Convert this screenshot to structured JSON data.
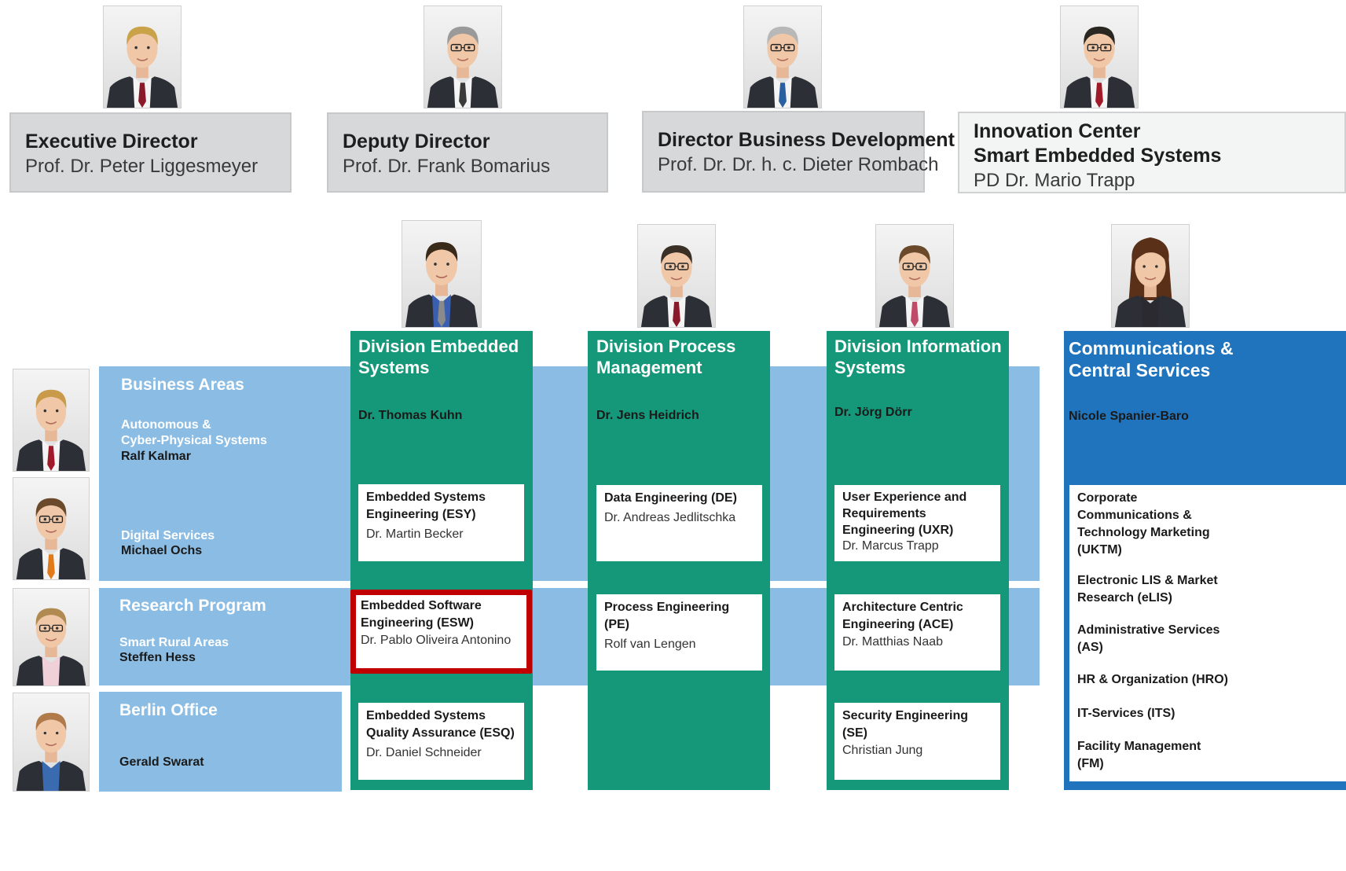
{
  "directors": [
    {
      "title": "Executive Director",
      "name": "Prof. Dr. Peter Liggesmeyer"
    },
    {
      "title": "Deputy Director",
      "name": "Prof. Dr. Frank Bomarius"
    },
    {
      "title": "Director Business Development",
      "name": "Prof. Dr. Dr. h. c. Dieter Rombach"
    },
    {
      "title_lines": [
        "Innovation Center",
        "Smart Embedded Systems"
      ],
      "name": "PD Dr. Mario Trapp"
    }
  ],
  "bands": {
    "business_areas": {
      "label": "Business Areas",
      "area1_lines": [
        "Autonomous &",
        "Cyber-Physical Systems"
      ],
      "area1_person": "Ralf Kalmar",
      "area2": "Digital Services",
      "area2_person": "Michael Ochs"
    },
    "research_program": {
      "label": "Research Program",
      "area": "Smart Rural Areas",
      "person": "Steffen Hess"
    },
    "berlin_office": {
      "label": "Berlin Office",
      "person": "Gerald Swarat"
    }
  },
  "divisions": [
    {
      "title_lines": [
        "Division Embedded",
        "Systems"
      ],
      "head": "Dr. Thomas Kuhn",
      "departments": [
        {
          "title_lines": [
            "Embedded Systems",
            "Engineering (ESY)"
          ],
          "head": "Dr. Martin Becker"
        },
        {
          "title_lines": [
            "Embedded Software",
            "Engineering (ESW)"
          ],
          "head": "Dr. Pablo Oliveira Antonino"
        },
        {
          "title_lines": [
            "Embedded Systems",
            "Quality Assurance (ESQ)"
          ],
          "head": "Dr. Daniel Schneider"
        }
      ]
    },
    {
      "title_lines": [
        "Division Process",
        "Management"
      ],
      "head": "Dr. Jens Heidrich",
      "departments": [
        {
          "title_lines": [
            "Data Engineering (DE)"
          ],
          "head": "Dr. Andreas Jedlitschka"
        },
        {
          "title_lines": [
            "Process Engineering (PE)"
          ],
          "head": "Rolf van Lengen"
        }
      ]
    },
    {
      "title_lines": [
        "Division Information",
        "Systems"
      ],
      "head": "Dr. Jörg Dörr",
      "departments": [
        {
          "title_lines": [
            "User Experience and",
            "Requirements",
            "Engineering (UXR)"
          ],
          "head": "Dr. Marcus Trapp"
        },
        {
          "title_lines": [
            "Architecture Centric",
            "Engineering (ACE)"
          ],
          "head": "Dr. Matthias Naab"
        },
        {
          "title_lines": [
            "Security Engineering (SE)"
          ],
          "head": "Christian Jung"
        }
      ]
    }
  ],
  "communications": {
    "title_lines": [
      "Communications &",
      "Central Services"
    ],
    "head": "Nicole Spanier-Baro",
    "items": [
      [
        "Corporate",
        "Communications &",
        "Technology Marketing",
        "(UKTM)"
      ],
      [
        "Electronic LIS & Market",
        "Research (eLIS)"
      ],
      [
        "Administrative Services",
        "(AS)"
      ],
      [
        "HR & Organization (HRO)"
      ],
      [
        "IT-Services (ITS)"
      ],
      [
        "Facility Management",
        "(FM)"
      ]
    ]
  },
  "colors": {
    "division_green": "#15987a",
    "band_blue": "#8bbde4",
    "comm_blue": "#1f74bd",
    "director_gray": "#d6d8da",
    "highlight_red": "#c00000"
  }
}
